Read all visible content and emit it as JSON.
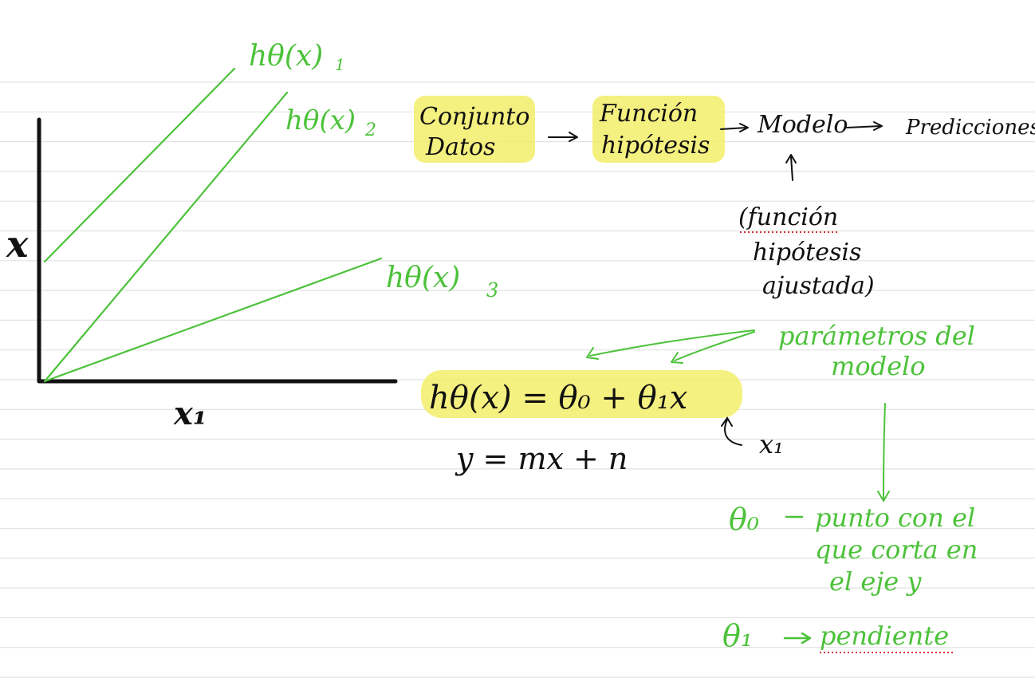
{
  "colors": {
    "ink_black": "#111111",
    "ink_green": "#4cc23a",
    "highlight": "#f3ee6a",
    "rule_line": "#e2e2e2",
    "spell_underline": "#d93030"
  },
  "graph": {
    "y_axis_label": "x",
    "x_axis_label": "x₁",
    "line_labels": {
      "h1": {
        "base": "hθ(x)",
        "sub": "1"
      },
      "h2": {
        "base": "hθ(x)",
        "sub": "2"
      },
      "h3": {
        "base": "hθ(x)",
        "sub": "3"
      }
    }
  },
  "flow": {
    "dataset": [
      "Conjunto",
      "Datos"
    ],
    "hypothesis": [
      "Función",
      "hipótesis"
    ],
    "model": "Modelo",
    "predictions": "Predicciones",
    "adjusted": [
      "(función",
      "hipótesis",
      "ajustada)"
    ]
  },
  "formula": {
    "main": "hθ(x) = θ₀ + θ₁x",
    "x_note": "x₁",
    "line_eq": "y = mx + n"
  },
  "annotations": {
    "params": [
      "parámetros del",
      "modelo"
    ],
    "theta0_symbol": "θ₀",
    "theta0_desc": [
      "punto con el",
      "que corta en",
      "el eje y"
    ],
    "theta1_symbol": "θ₁",
    "theta1_desc": "pendiente"
  }
}
